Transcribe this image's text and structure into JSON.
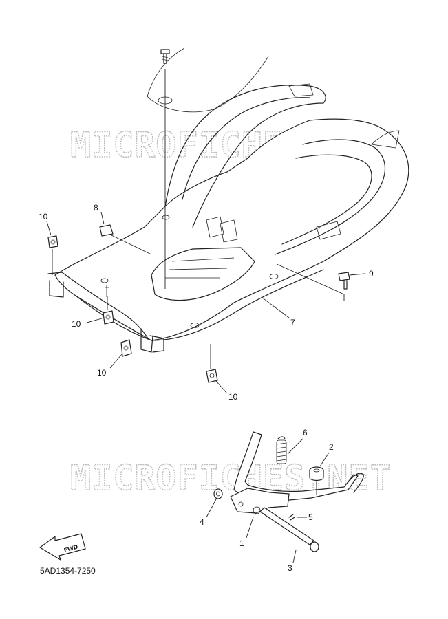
{
  "watermark": "MICROFICHES.NET",
  "part_number": "5AD1354-7250",
  "fwd_label": "FWD",
  "callouts": {
    "c1": "1",
    "c2": "2",
    "c3": "3",
    "c4": "4",
    "c5": "5",
    "c6": "6",
    "c7": "7",
    "c8": "8",
    "c9": "9",
    "c10a": "10",
    "c10b": "10",
    "c10c": "10",
    "c10d": "10"
  }
}
